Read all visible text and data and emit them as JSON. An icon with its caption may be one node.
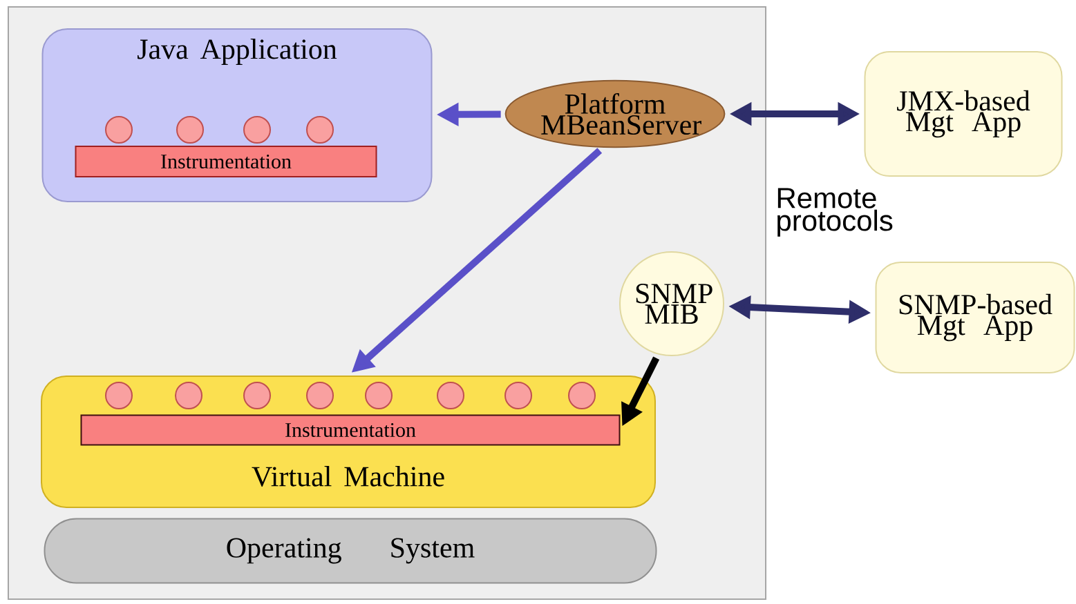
{
  "diagram": {
    "nodes": [
      {
        "text": [
          "Java Application"
        ]
      },
      {
        "text": [
          "Instrumentation"
        ],
        "in": 0
      },
      {
        "text": [],
        "shape": "circle",
        "in": 0
      },
      {
        "text": [],
        "shape": "circle",
        "in": 0
      },
      {
        "text": [],
        "shape": "circle",
        "in": 0
      },
      {
        "text": [],
        "shape": "circle",
        "in": 0
      },
      {
        "text": [
          "Platform MBeanServer"
        ]
      },
      {
        "text": [
          "JMX-based Mgt App"
        ]
      },
      {
        "text": [
          "SNMP MIB"
        ]
      },
      {
        "text": [
          "SNMP-based Mgt App"
        ]
      },
      {
        "text": [
          "Virtual Machine"
        ]
      },
      {
        "text": [
          "Instrumentation"
        ],
        "in": 10
      },
      {
        "text": [],
        "shape": "circle",
        "in": 10
      },
      {
        "text": [],
        "shape": "circle",
        "in": 10
      },
      {
        "text": [],
        "shape": "circle",
        "in": 10
      },
      {
        "text": [],
        "shape": "circle",
        "in": 10
      },
      {
        "text": [],
        "shape": "circle",
        "in": 10
      },
      {
        "text": [],
        "shape": "circle",
        "in": 10
      },
      {
        "text": [],
        "shape": "circle",
        "in": 10
      },
      {
        "text": [],
        "shape": "circle",
        "in": 10
      },
      {
        "text": [
          "Operating System"
        ]
      }
    ],
    "edges": [
      {
        "from": 6,
        "to": 0,
        "arrow": "to",
        "color": "#5a50c8"
      },
      {
        "from": 6,
        "to": 7,
        "arrow": "both",
        "color": "#2e2e6a"
      },
      {
        "from": 6,
        "to": 10,
        "arrow": "to",
        "color": "#5a50c8"
      },
      {
        "from": 8,
        "to": 9,
        "arrow": "both",
        "color": "#2e2e6a"
      },
      {
        "from": 8,
        "to": 11,
        "arrow": "to",
        "color": "#000000"
      }
    ],
    "labels": [
      "Remote protocols"
    ]
  }
}
